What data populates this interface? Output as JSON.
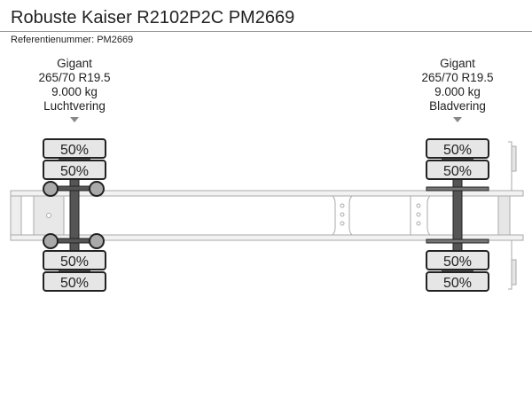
{
  "header": {
    "title": "Robuste Kaiser R2102P2C PM2669",
    "reference": "Referentienummer: PM2669"
  },
  "axles": [
    {
      "brand": "Gigant",
      "tire_size": "265/70 R19.5",
      "capacity": "9.000 kg",
      "suspension": "Luchtvering",
      "tires": [
        "50%",
        "50%",
        "50%",
        "50%"
      ]
    },
    {
      "brand": "Gigant",
      "tire_size": "265/70 R19.5",
      "capacity": "9.000 kg",
      "suspension": "Bladvering",
      "tires": [
        "50%",
        "50%",
        "50%",
        "50%"
      ]
    }
  ]
}
